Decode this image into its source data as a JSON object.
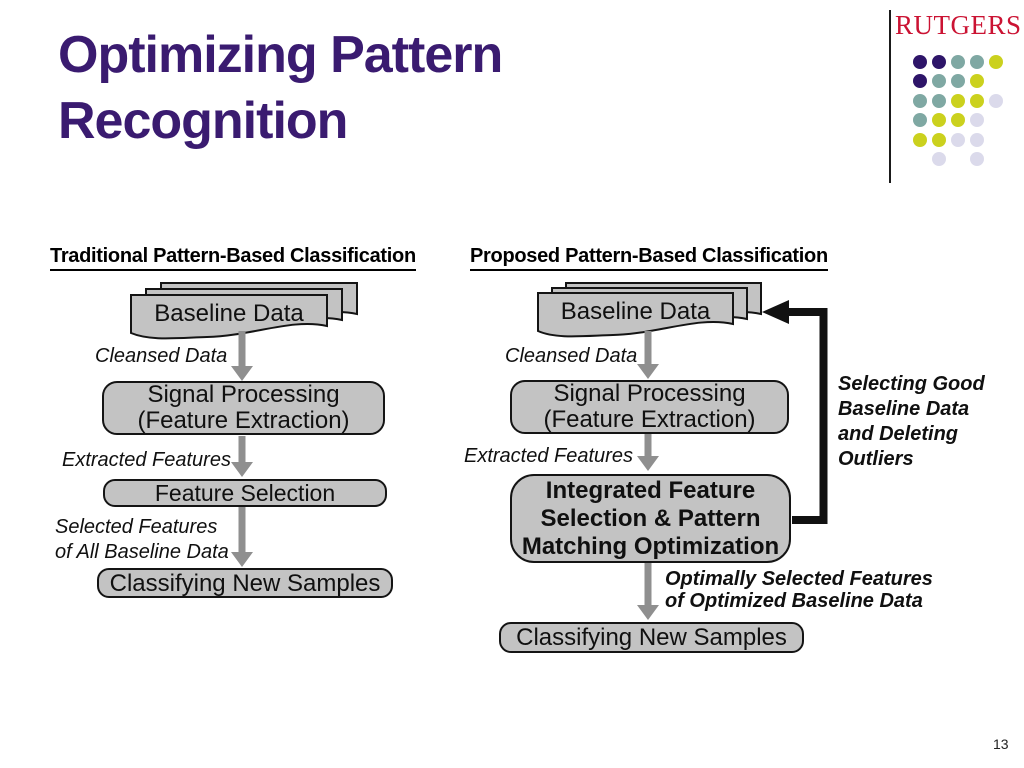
{
  "slide": {
    "title": "Optimizing Pattern Recognition",
    "page_number": "13"
  },
  "logo": {
    "wordmark": "RUTGERS",
    "dot_colors": {
      "purple": "#2E1569",
      "teal": "#7FA8A3",
      "yellow": "#CBD11E",
      "lavender": "#DBDAEB"
    },
    "dot_grid": [
      [
        "purple",
        "purple",
        "teal",
        "teal",
        "yellow"
      ],
      [
        "purple",
        "teal",
        "teal",
        "yellow",
        null
      ],
      [
        "teal",
        "teal",
        "yellow",
        "yellow",
        "lavender"
      ],
      [
        "teal",
        "yellow",
        "yellow",
        "lavender",
        null
      ],
      [
        "yellow",
        "yellow",
        "lavender",
        "lavender",
        null
      ],
      [
        null,
        "lavender",
        null,
        "lavender",
        null
      ]
    ]
  },
  "left_flow": {
    "heading": "Traditional Pattern-Based Classification",
    "baseline_label": "Baseline Data",
    "cleansed_label": "Cleansed Data",
    "signal_box": [
      "Signal Processing",
      "(Feature Extraction)"
    ],
    "extracted_label": "Extracted Features",
    "feature_selection_box": "Feature Selection",
    "selected_label": [
      "Selected Features",
      "of All Baseline Data"
    ],
    "classify_box": "Classifying New Samples"
  },
  "right_flow": {
    "heading": "Proposed Pattern-Based Classification",
    "baseline_label": "Baseline Data",
    "cleansed_label": "Cleansed Data",
    "signal_box": [
      "Signal Processing",
      "(Feature Extraction)"
    ],
    "extracted_label": "Extracted Features",
    "integrated_box": [
      "Integrated Feature",
      "Selection & Pattern",
      "Matching Optimization"
    ],
    "optimally_label": [
      "Optimally Selected Features",
      "of Optimized Baseline Data"
    ],
    "classify_box": "Classifying New Samples",
    "feedback_label": [
      "Selecting Good",
      "Baseline Data",
      "and Deleting",
      "Outliers"
    ]
  },
  "colors": {
    "title_purple": "#3A1B70",
    "rutgers_red": "#CB1333",
    "box_fill": "#C3C3C3",
    "box_border": "#141414",
    "arrow_gray": "#8F8F8F",
    "feedback_black": "#111111"
  }
}
